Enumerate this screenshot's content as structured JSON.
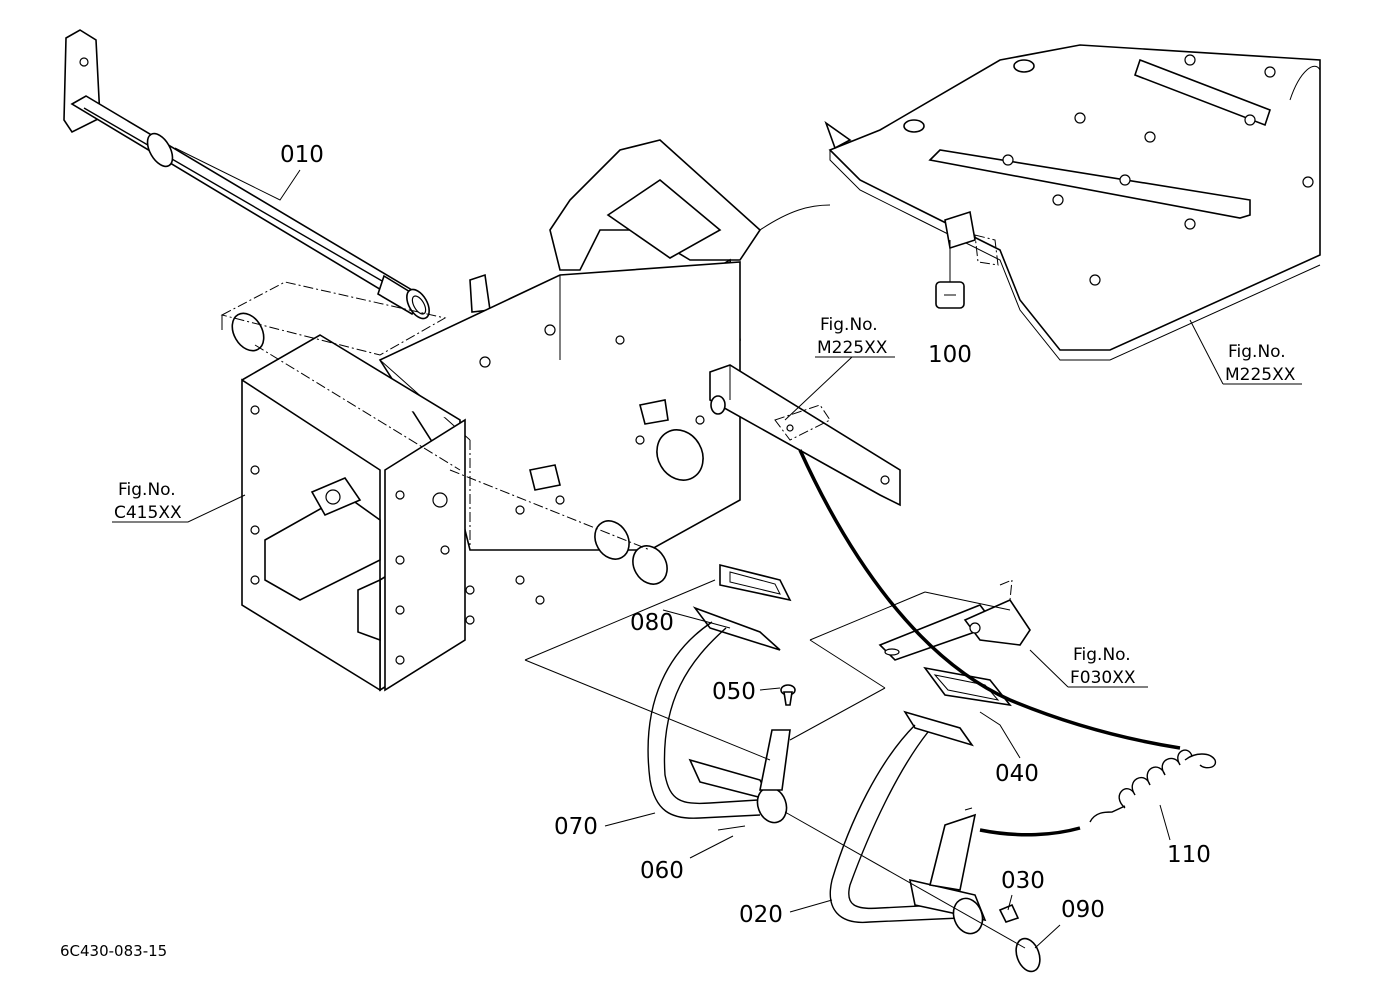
{
  "parts": [
    {
      "id": "p010",
      "number": "010"
    },
    {
      "id": "p020",
      "number": "020"
    },
    {
      "id": "p030",
      "number": "030"
    },
    {
      "id": "p040",
      "number": "040"
    },
    {
      "id": "p050",
      "number": "050"
    },
    {
      "id": "p060",
      "number": "060"
    },
    {
      "id": "p070",
      "number": "070"
    },
    {
      "id": "p080",
      "number": "080"
    },
    {
      "id": "p090",
      "number": "090"
    },
    {
      "id": "p100",
      "number": "100"
    },
    {
      "id": "p110",
      "number": "110"
    }
  ],
  "figure_refs": [
    {
      "label": "Fig.No.",
      "code": "C415XX"
    },
    {
      "label": "Fig.No.",
      "code": "M225XX"
    },
    {
      "label": "Fig.No.",
      "code": "M225XX"
    },
    {
      "label": "Fig.No.",
      "code": "F030XX"
    }
  ],
  "drawing_code": "6C430-083-15"
}
